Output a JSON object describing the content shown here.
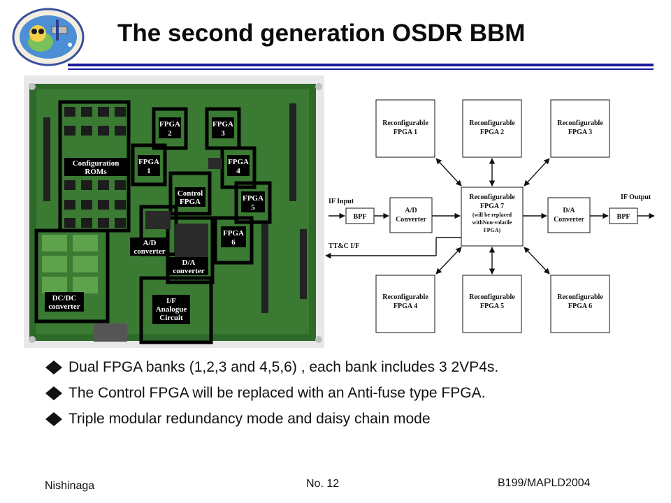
{
  "slide": {
    "title": "The second generation OSDR BBM",
    "logo_name": "mission-logo",
    "bullets": [
      "Dual FPGA banks (1,2,3 and 4,5,6) , each bank includes 3 2VP4s.",
      "The Control FPGA will be replaced with an Anti-fuse type FPGA.",
      "Triple modular redundancy mode and daisy chain mode"
    ],
    "footer": {
      "author": "Nishinaga",
      "page": "No. 12",
      "reference": "B199/MAPLD2004"
    }
  },
  "photo": {
    "labels": {
      "config_roms": [
        "Configuration",
        "ROMs"
      ],
      "fpga1": [
        "FPGA",
        "1"
      ],
      "fpga2": [
        "FPGA",
        "2"
      ],
      "fpga3": [
        "FPGA",
        "3"
      ],
      "fpga4": [
        "FPGA",
        "4"
      ],
      "fpga5": [
        "FPGA",
        "5"
      ],
      "fpga6": [
        "FPGA",
        "6"
      ],
      "control_fpga": [
        "Control",
        "FPGA"
      ],
      "ad_converter": [
        "A/D",
        "converter"
      ],
      "da_converter": [
        "D/A",
        "converter"
      ],
      "dcdc_converter": [
        "DC/DC",
        "converter"
      ],
      "if_analogue": [
        "I/F",
        "Analogue",
        "Circuit"
      ]
    }
  },
  "diagram": {
    "rfpga1": [
      "Reconfigurable",
      "FPGA 1"
    ],
    "rfpga2": [
      "Reconfigurable",
      "FPGA 2"
    ],
    "rfpga3": [
      "Reconfigurable",
      "FPGA 3"
    ],
    "rfpga4": [
      "Reconfigurable",
      "FPGA 4"
    ],
    "rfpga5": [
      "Reconfigurable",
      "FPGA 5"
    ],
    "rfpga6": [
      "Reconfigurable",
      "FPGA 6"
    ],
    "rfpga7": [
      "Reconfigurable",
      "FPGA 7",
      "(will be replaced",
      "withNon-volatile",
      "FPGA)"
    ],
    "ad": [
      "A/D",
      "Converter"
    ],
    "da": [
      "D/A",
      "Converter"
    ],
    "bpf_in": "BPF",
    "bpf_out": "BPF",
    "if_input": "IF Input",
    "if_output": "IF Output",
    "ttc": "TT&C  I/F"
  }
}
